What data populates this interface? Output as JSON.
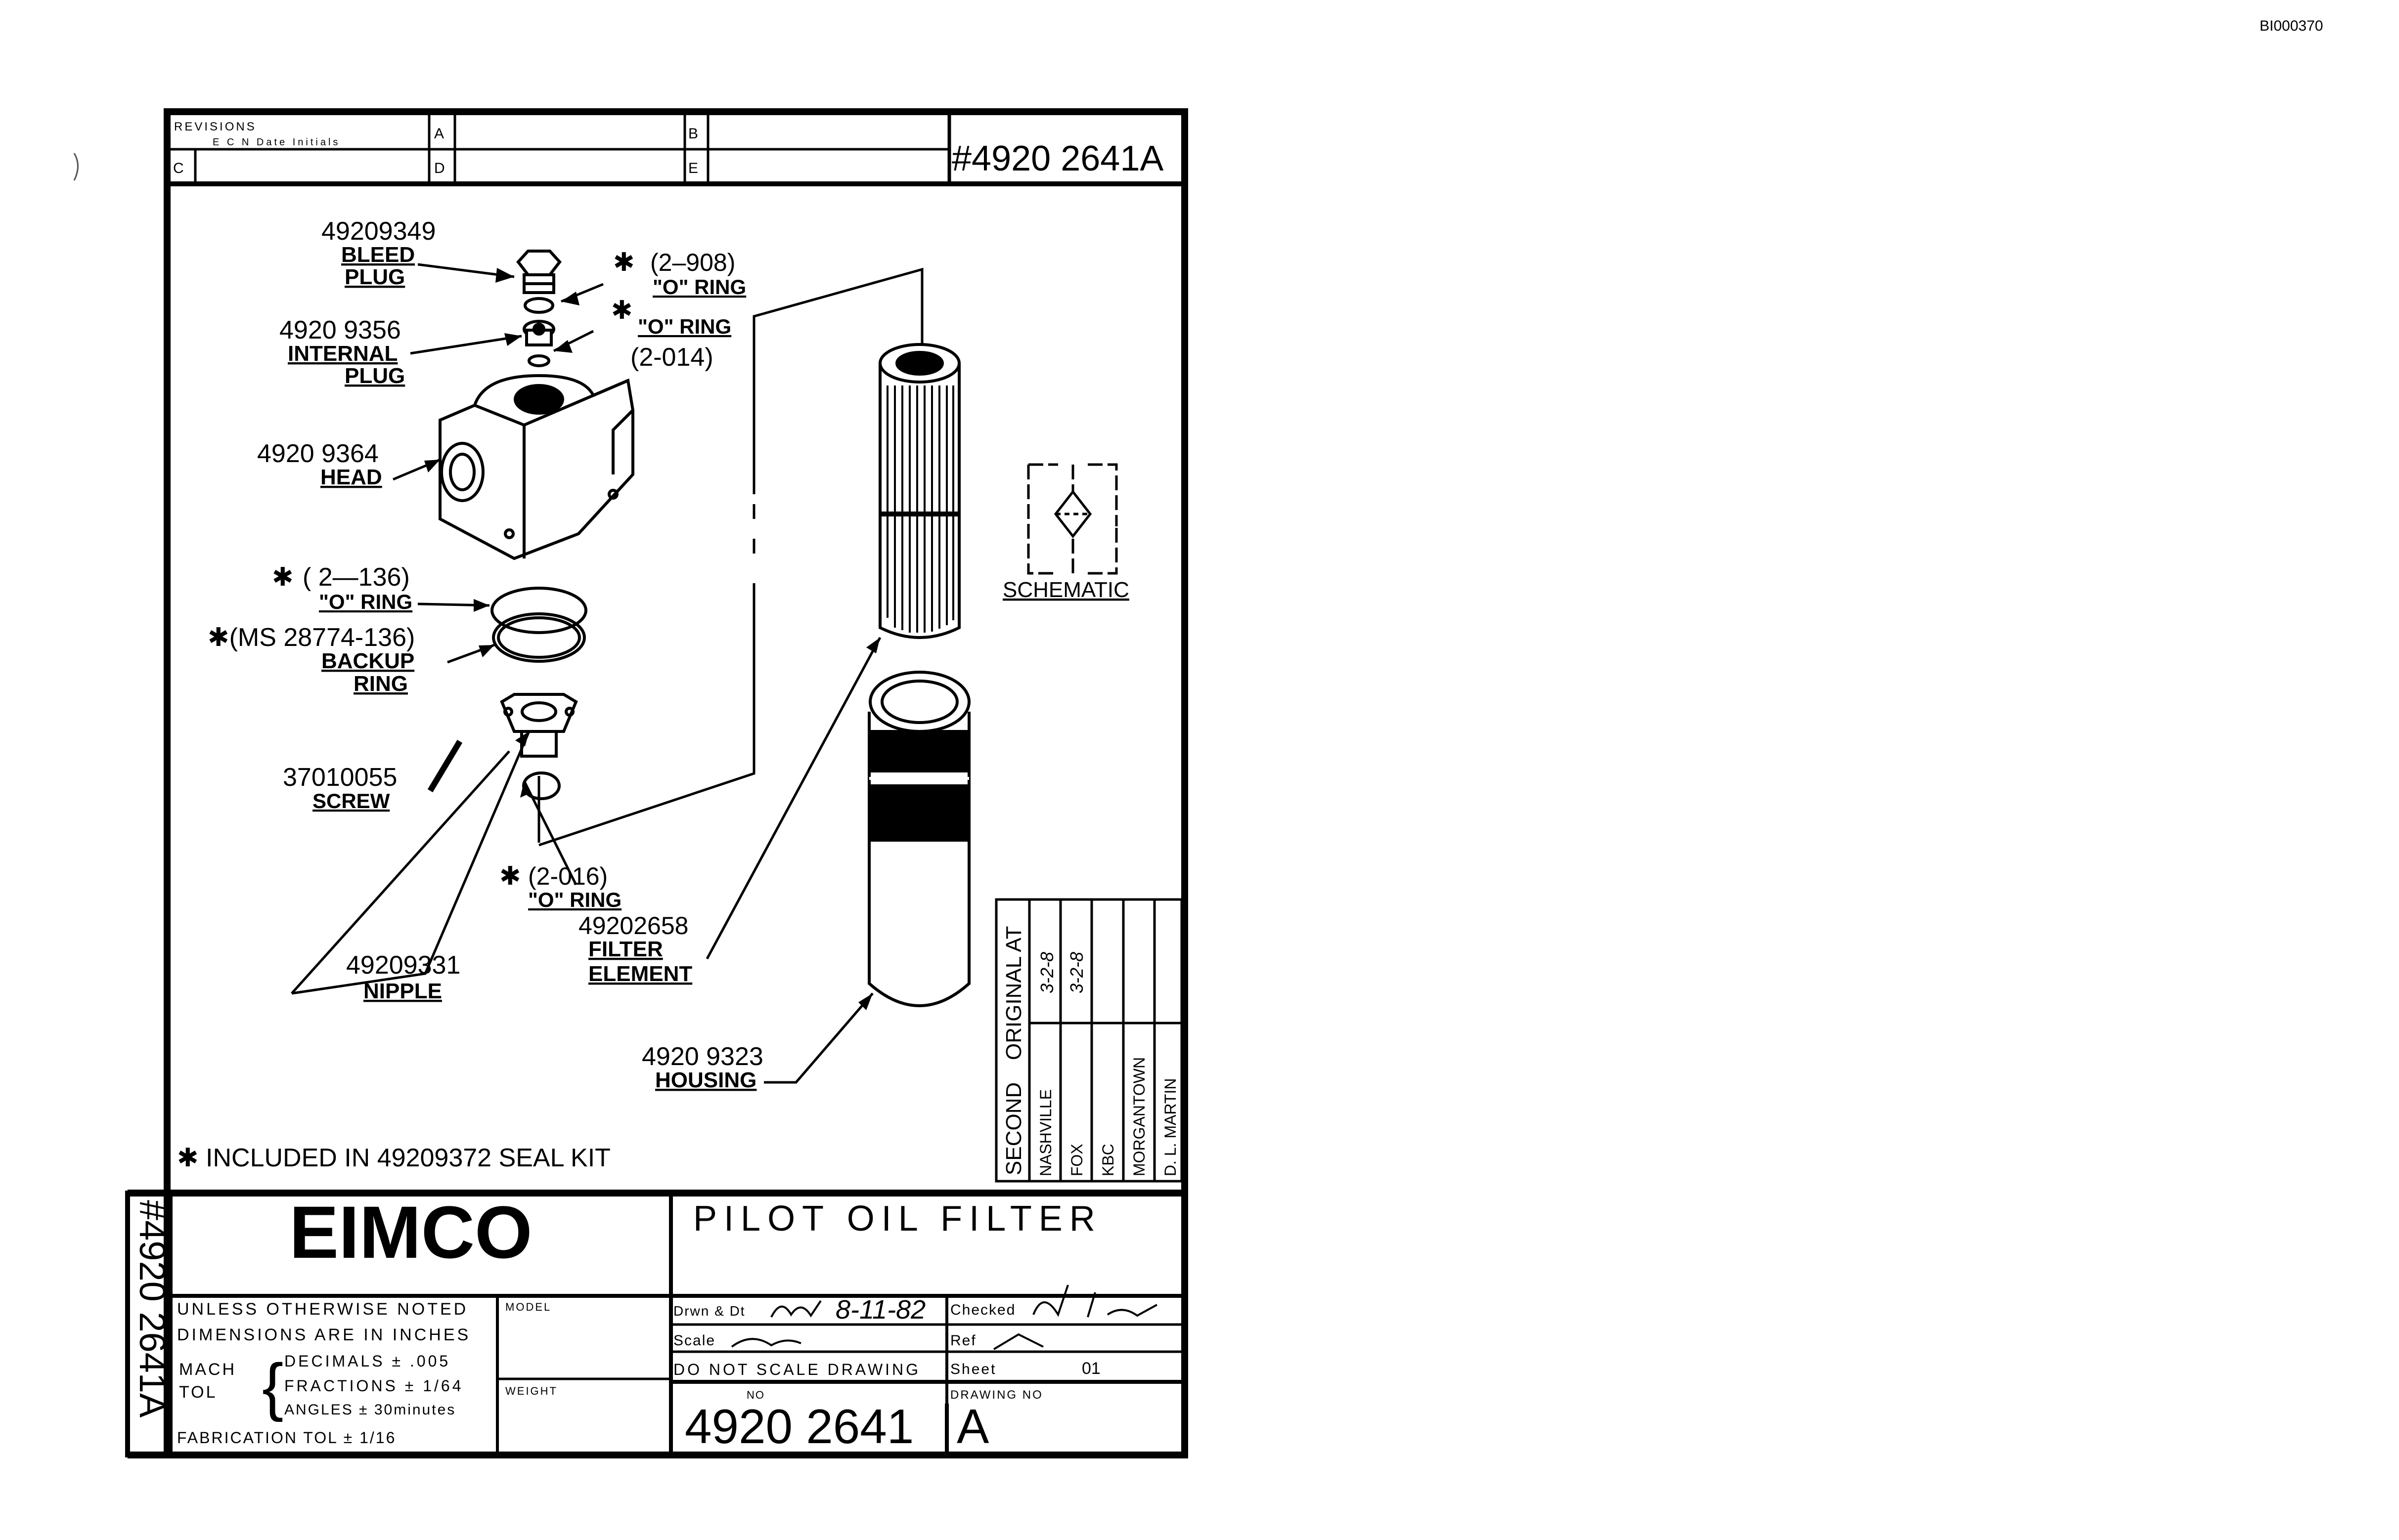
{
  "page_id": "BI000370",
  "header": {
    "revisions_label": "REVISIONS",
    "ecn_label": "E C N  Date  Initials",
    "block_letters": [
      "A",
      "B",
      "C",
      "D",
      "E"
    ],
    "drawing_number_top": "#4920 2641A"
  },
  "parts": {
    "bleed_plug": {
      "number": "49209349",
      "name_line1": "BLEED",
      "name_line2": "PLUG"
    },
    "o_ring_908": {
      "marker": "✱",
      "code": "(2–908)",
      "name": "\"O\" RING"
    },
    "internal_plug": {
      "number": "4920 9356",
      "name_line1": "INTERNAL",
      "name_line2": "PLUG"
    },
    "o_ring_014": {
      "marker": "✱",
      "name": "\"O\" RING",
      "code": "(2-014)"
    },
    "head": {
      "number": "4920 9364",
      "name": "HEAD"
    },
    "o_ring_136": {
      "marker": "✱",
      "code": "( 2—136)",
      "name": "\"O\" RING"
    },
    "backup_ring": {
      "code": "✱(MS 28774-136)",
      "name_line1": "BACKUP",
      "name_line2": "RING"
    },
    "screw": {
      "number": "37010055",
      "name": "SCREW"
    },
    "o_ring_016": {
      "marker": "✱",
      "code": "(2-016)",
      "name": "\"O\" RING"
    },
    "filter_element": {
      "number": "49202658",
      "name_line1": "FILTER",
      "name_line2": "ELEMENT"
    },
    "nipple": {
      "number": "49209331",
      "name": "NIPPLE"
    },
    "housing": {
      "number": "4920 9323",
      "name": "HOUSING"
    }
  },
  "schematic_label": "SCHEMATIC",
  "seal_kit_note": "✱ INCLUDED IN 49209372 SEAL KIT",
  "distribution": {
    "second_label": "SECOND",
    "original_label": "ORIGINAL AT",
    "locations": [
      "NASHVILLE",
      "FOX",
      "KBC",
      "MORGANTOWN",
      "D. L. MARTIN"
    ],
    "dates": [
      "3-2-8",
      "3-2-8"
    ]
  },
  "title_block": {
    "company": "EIMCO",
    "title": "PILOT OIL FILTER",
    "side_number": "#4920 2641A",
    "tolerances": {
      "line1": "UNLESS OTHERWISE NOTED",
      "line2": "DIMENSIONS ARE IN INCHES",
      "mach": "MACH",
      "tol": "TOL",
      "decimals": "DECIMALS ± .005",
      "fractions": "FRACTIONS ± 1/64",
      "angles": "ANGLES ± 30minutes",
      "fabrication": "FABRICATION TOL ± 1/16"
    },
    "model_label": "MODEL",
    "weight_label": "WEIGHT",
    "drawn_label": "Drwn & Dt",
    "drawn_value": "8-11-82",
    "checked_label": "Checked",
    "scale_label": "Scale",
    "ref_label": "Ref",
    "do_not_scale": "DO NOT SCALE DRAWING",
    "sheet_label": "Sheet",
    "sheet_value": "01",
    "no_label": "NO",
    "drawing_no_label": "DRAWING NO",
    "number": "4920 2641",
    "revision": "A"
  }
}
